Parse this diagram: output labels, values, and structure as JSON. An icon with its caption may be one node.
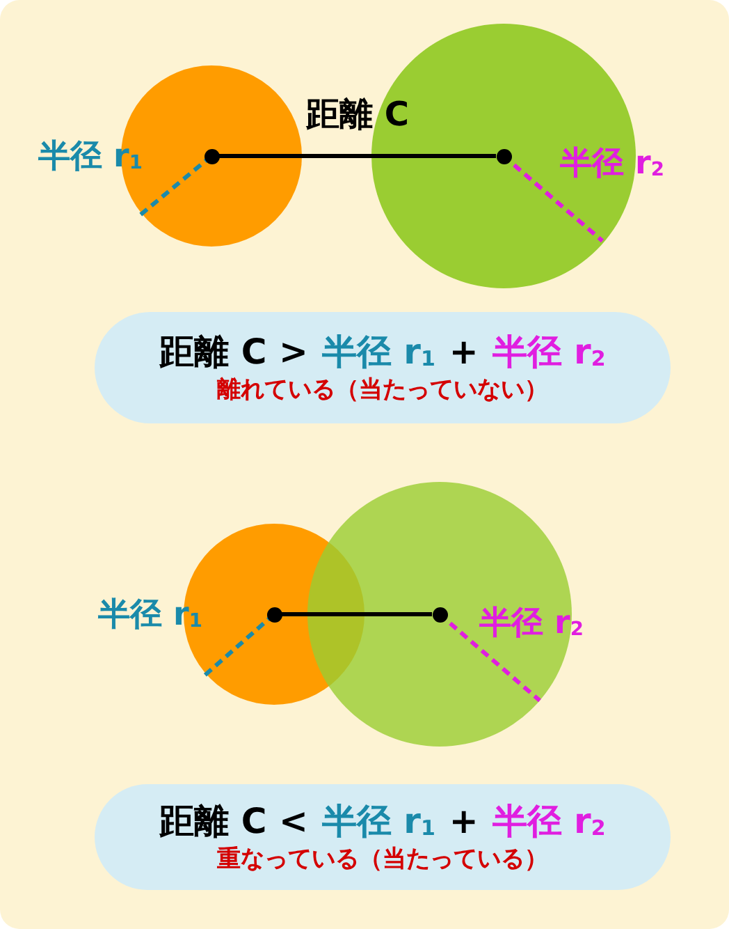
{
  "diagram": {
    "nodes": [
      {
        "text": [],
        "shape": "circle"
      },
      {
        "text": [],
        "shape": "circle",
        "in": 0
      },
      {
        "text": [],
        "shape": "circle"
      },
      {
        "text": [],
        "shape": "circle",
        "in": 2
      },
      {
        "text": [
          "距離 C >",
          "半径 r$_{1}$",
          "+",
          "半径 r$_{2}$",
          "離れている（当たっていない）"
        ]
      },
      {
        "text": [],
        "shape": "circle"
      },
      {
        "text": [],
        "shape": "circle",
        "in": 5
      },
      {
        "text": [],
        "shape": "circle"
      },
      {
        "text": [],
        "shape": "circle",
        "in": 7
      },
      {
        "text": [
          "距離 C <",
          "半径 r$_{1}$",
          "+",
          "半径 r$_{2}$",
          "重なっている（当たっている）"
        ]
      }
    ],
    "edges": [
      {
        "from": 1,
        "to": 3,
        "arrow": "none",
        "label": "距離 C"
      },
      {
        "from": 6,
        "to": 8,
        "arrow": "none"
      }
    ],
    "labels": [
      "半径 r$_{1}$",
      "半径 r$_{2}$",
      "半径 r$_{1}$",
      "半径 r$_{2}$"
    ]
  }
}
